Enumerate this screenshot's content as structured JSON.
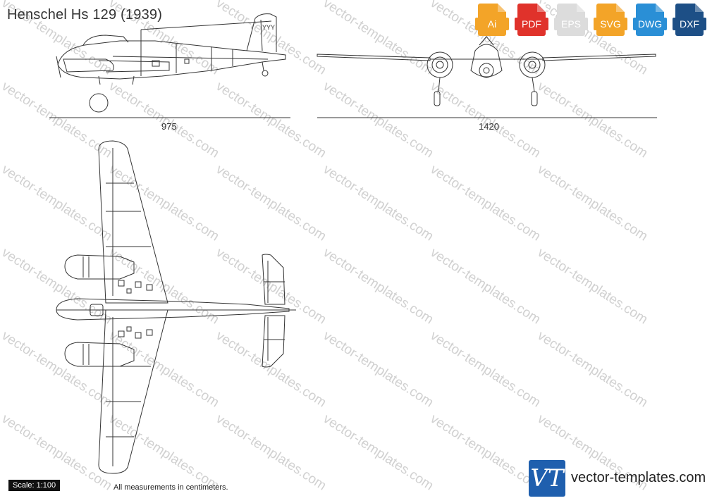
{
  "title": "Henschel Hs 129 (1939)",
  "dimensions": {
    "side_length": "975",
    "front_span": "1420"
  },
  "scale": "Scale: 1:100",
  "note": "All measurements in centimeters.",
  "formats": [
    {
      "label": "Ai",
      "color": "#f3a428",
      "name": "format-ai"
    },
    {
      "label": "PDF",
      "color": "#e0322b",
      "name": "format-pdf"
    },
    {
      "label": "EPS",
      "color": "#dcdcdc",
      "name": "format-eps"
    },
    {
      "label": "SVG",
      "color": "#f3a428",
      "name": "format-svg"
    },
    {
      "label": "DWG",
      "color": "#2a8fd6",
      "name": "format-dwg"
    },
    {
      "label": "DXF",
      "color": "#1d4f86",
      "name": "format-dxf"
    }
  ],
  "brand": {
    "logo": "VT",
    "name": "vector-templates.com"
  },
  "watermark": "vector-templates.com"
}
